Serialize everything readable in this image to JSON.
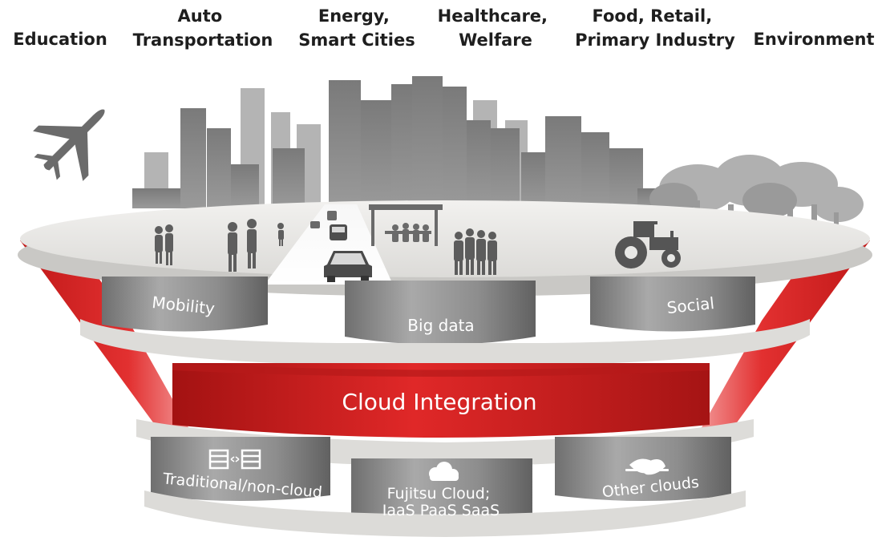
{
  "sectors": [
    {
      "lines": [
        "Education"
      ]
    },
    {
      "lines": [
        "Auto",
        "Transportation"
      ]
    },
    {
      "lines": [
        "Energy,",
        "Smart Cities"
      ]
    },
    {
      "lines": [
        "Healthcare,",
        "Welfare"
      ]
    },
    {
      "lines": [
        "Food, Retail,",
        "Primary Industry"
      ]
    },
    {
      "lines": [
        "Environment"
      ]
    }
  ],
  "services": {
    "mobility": "Mobility",
    "big_data": "Big data",
    "social": "Social"
  },
  "integration": {
    "label": "Cloud Integration"
  },
  "clouds": {
    "traditional": "Traditional/non-cloud",
    "fujitsu": [
      "Fujitsu Cloud;",
      "IaaS PaaS SaaS"
    ],
    "other": "Other clouds"
  },
  "colors": {
    "red": "#d42121",
    "dark_red": "#9e1010",
    "gray": "#8e8e8e",
    "light_gray": "#ededeb",
    "text": "#1e1e1e"
  },
  "icons": [
    "airplane-icon",
    "city-skyline",
    "tree-icon",
    "tractor-icon",
    "car-icon",
    "bus-stop-icon",
    "server-icon",
    "cloud-icon",
    "handshake-icon"
  ]
}
